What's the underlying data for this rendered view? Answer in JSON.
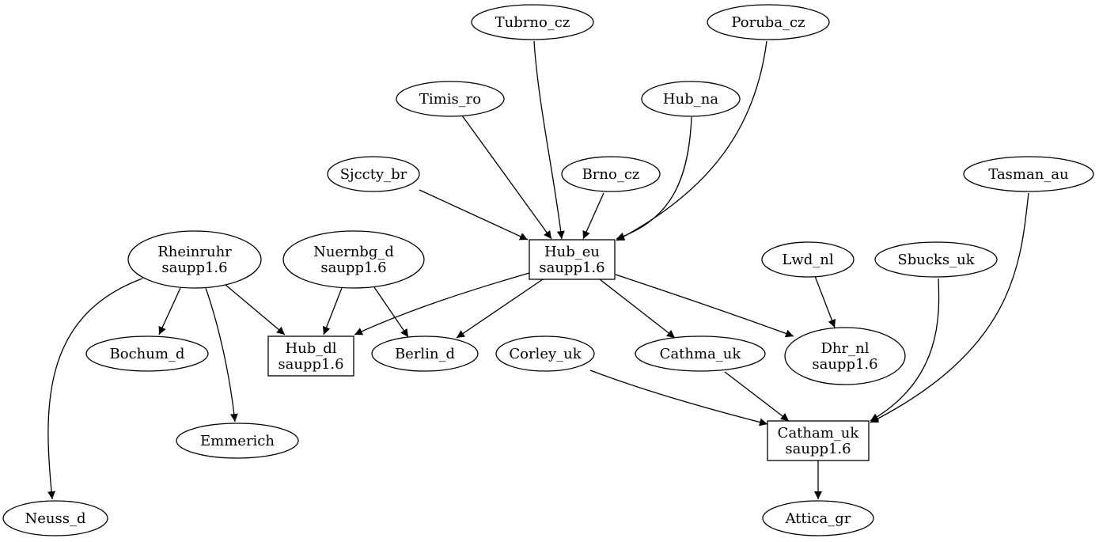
{
  "graph": {
    "nodes": [
      {
        "id": "tubrno",
        "lines": [
          "Tubrno_cz"
        ],
        "shape": "ellipse"
      },
      {
        "id": "poruba",
        "lines": [
          "Poruba_cz"
        ],
        "shape": "ellipse"
      },
      {
        "id": "timis",
        "lines": [
          "Timis_ro"
        ],
        "shape": "ellipse"
      },
      {
        "id": "hubna",
        "lines": [
          "Hub_na"
        ],
        "shape": "ellipse"
      },
      {
        "id": "sjccty",
        "lines": [
          "Sjccty_br"
        ],
        "shape": "ellipse"
      },
      {
        "id": "brno",
        "lines": [
          "Brno_cz"
        ],
        "shape": "ellipse"
      },
      {
        "id": "tasman",
        "lines": [
          "Tasman_au"
        ],
        "shape": "ellipse"
      },
      {
        "id": "rheinruhr",
        "lines": [
          "Rheinruhr",
          "saupp1.6"
        ],
        "shape": "ellipse"
      },
      {
        "id": "nuernbg",
        "lines": [
          "Nuernbg_d",
          "saupp1.6"
        ],
        "shape": "ellipse"
      },
      {
        "id": "hubeu",
        "lines": [
          "Hub_eu",
          "saupp1.6"
        ],
        "shape": "box"
      },
      {
        "id": "lwd",
        "lines": [
          "Lwd_nl"
        ],
        "shape": "ellipse"
      },
      {
        "id": "sbucks",
        "lines": [
          "Sbucks_uk"
        ],
        "shape": "ellipse"
      },
      {
        "id": "bochum",
        "lines": [
          "Bochum_d"
        ],
        "shape": "ellipse"
      },
      {
        "id": "hubdl",
        "lines": [
          "Hub_dl",
          "saupp1.6"
        ],
        "shape": "box"
      },
      {
        "id": "berlin",
        "lines": [
          "Berlin_d"
        ],
        "shape": "ellipse"
      },
      {
        "id": "corley",
        "lines": [
          "Corley_uk"
        ],
        "shape": "ellipse"
      },
      {
        "id": "cathma",
        "lines": [
          "Cathma_uk"
        ],
        "shape": "ellipse"
      },
      {
        "id": "dhr",
        "lines": [
          "Dhr_nl",
          "saupp1.6"
        ],
        "shape": "ellipse"
      },
      {
        "id": "emmerich",
        "lines": [
          "Emmerich"
        ],
        "shape": "ellipse"
      },
      {
        "id": "catham",
        "lines": [
          "Catham_uk",
          "saupp1.6"
        ],
        "shape": "box"
      },
      {
        "id": "neuss",
        "lines": [
          "Neuss_d"
        ],
        "shape": "ellipse"
      },
      {
        "id": "attica",
        "lines": [
          "Attica_gr"
        ],
        "shape": "ellipse"
      }
    ],
    "edges": [
      {
        "from": "tubrno",
        "to": "hubeu"
      },
      {
        "from": "timis",
        "to": "hubeu"
      },
      {
        "from": "sjccty",
        "to": "hubeu"
      },
      {
        "from": "brno",
        "to": "hubeu"
      },
      {
        "from": "hubna",
        "to": "hubeu"
      },
      {
        "from": "poruba",
        "to": "hubeu"
      },
      {
        "from": "rheinruhr",
        "to": "bochum"
      },
      {
        "from": "rheinruhr",
        "to": "hubdl"
      },
      {
        "from": "rheinruhr",
        "to": "emmerich"
      },
      {
        "from": "rheinruhr",
        "to": "neuss"
      },
      {
        "from": "nuernbg",
        "to": "hubdl"
      },
      {
        "from": "nuernbg",
        "to": "berlin"
      },
      {
        "from": "hubeu",
        "to": "hubdl"
      },
      {
        "from": "hubeu",
        "to": "berlin"
      },
      {
        "from": "hubeu",
        "to": "cathma"
      },
      {
        "from": "hubeu",
        "to": "dhr"
      },
      {
        "from": "lwd",
        "to": "dhr"
      },
      {
        "from": "corley",
        "to": "catham"
      },
      {
        "from": "cathma",
        "to": "catham"
      },
      {
        "from": "sbucks",
        "to": "catham"
      },
      {
        "from": "tasman",
        "to": "catham"
      },
      {
        "from": "catham",
        "to": "attica"
      }
    ]
  }
}
